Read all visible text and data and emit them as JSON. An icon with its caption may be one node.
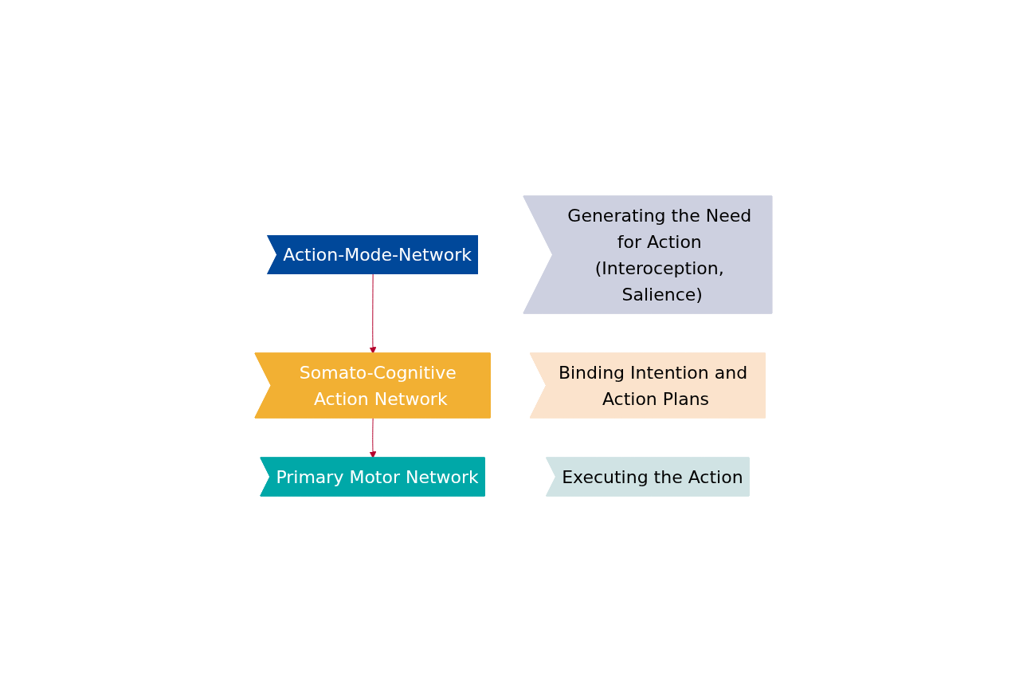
{
  "diagram": {
    "nodes": [
      {
        "text": [
          "Action-Mode-Network"
        ]
      },
      {
        "text": [
          "Generating the Need for Action (Interoception, Salience)"
        ]
      },
      {
        "text": [
          "Somato-Cognitive Action Network"
        ]
      },
      {
        "text": [
          "Binding Intention and Action Plans"
        ]
      },
      {
        "text": [
          "Primary Motor Network"
        ]
      },
      {
        "text": [
          "Executing the Action"
        ]
      }
    ],
    "edges": [
      {
        "from": 0,
        "to": 2,
        "arrow": "to"
      },
      {
        "from": 2,
        "to": 4,
        "arrow": "to"
      }
    ]
  }
}
